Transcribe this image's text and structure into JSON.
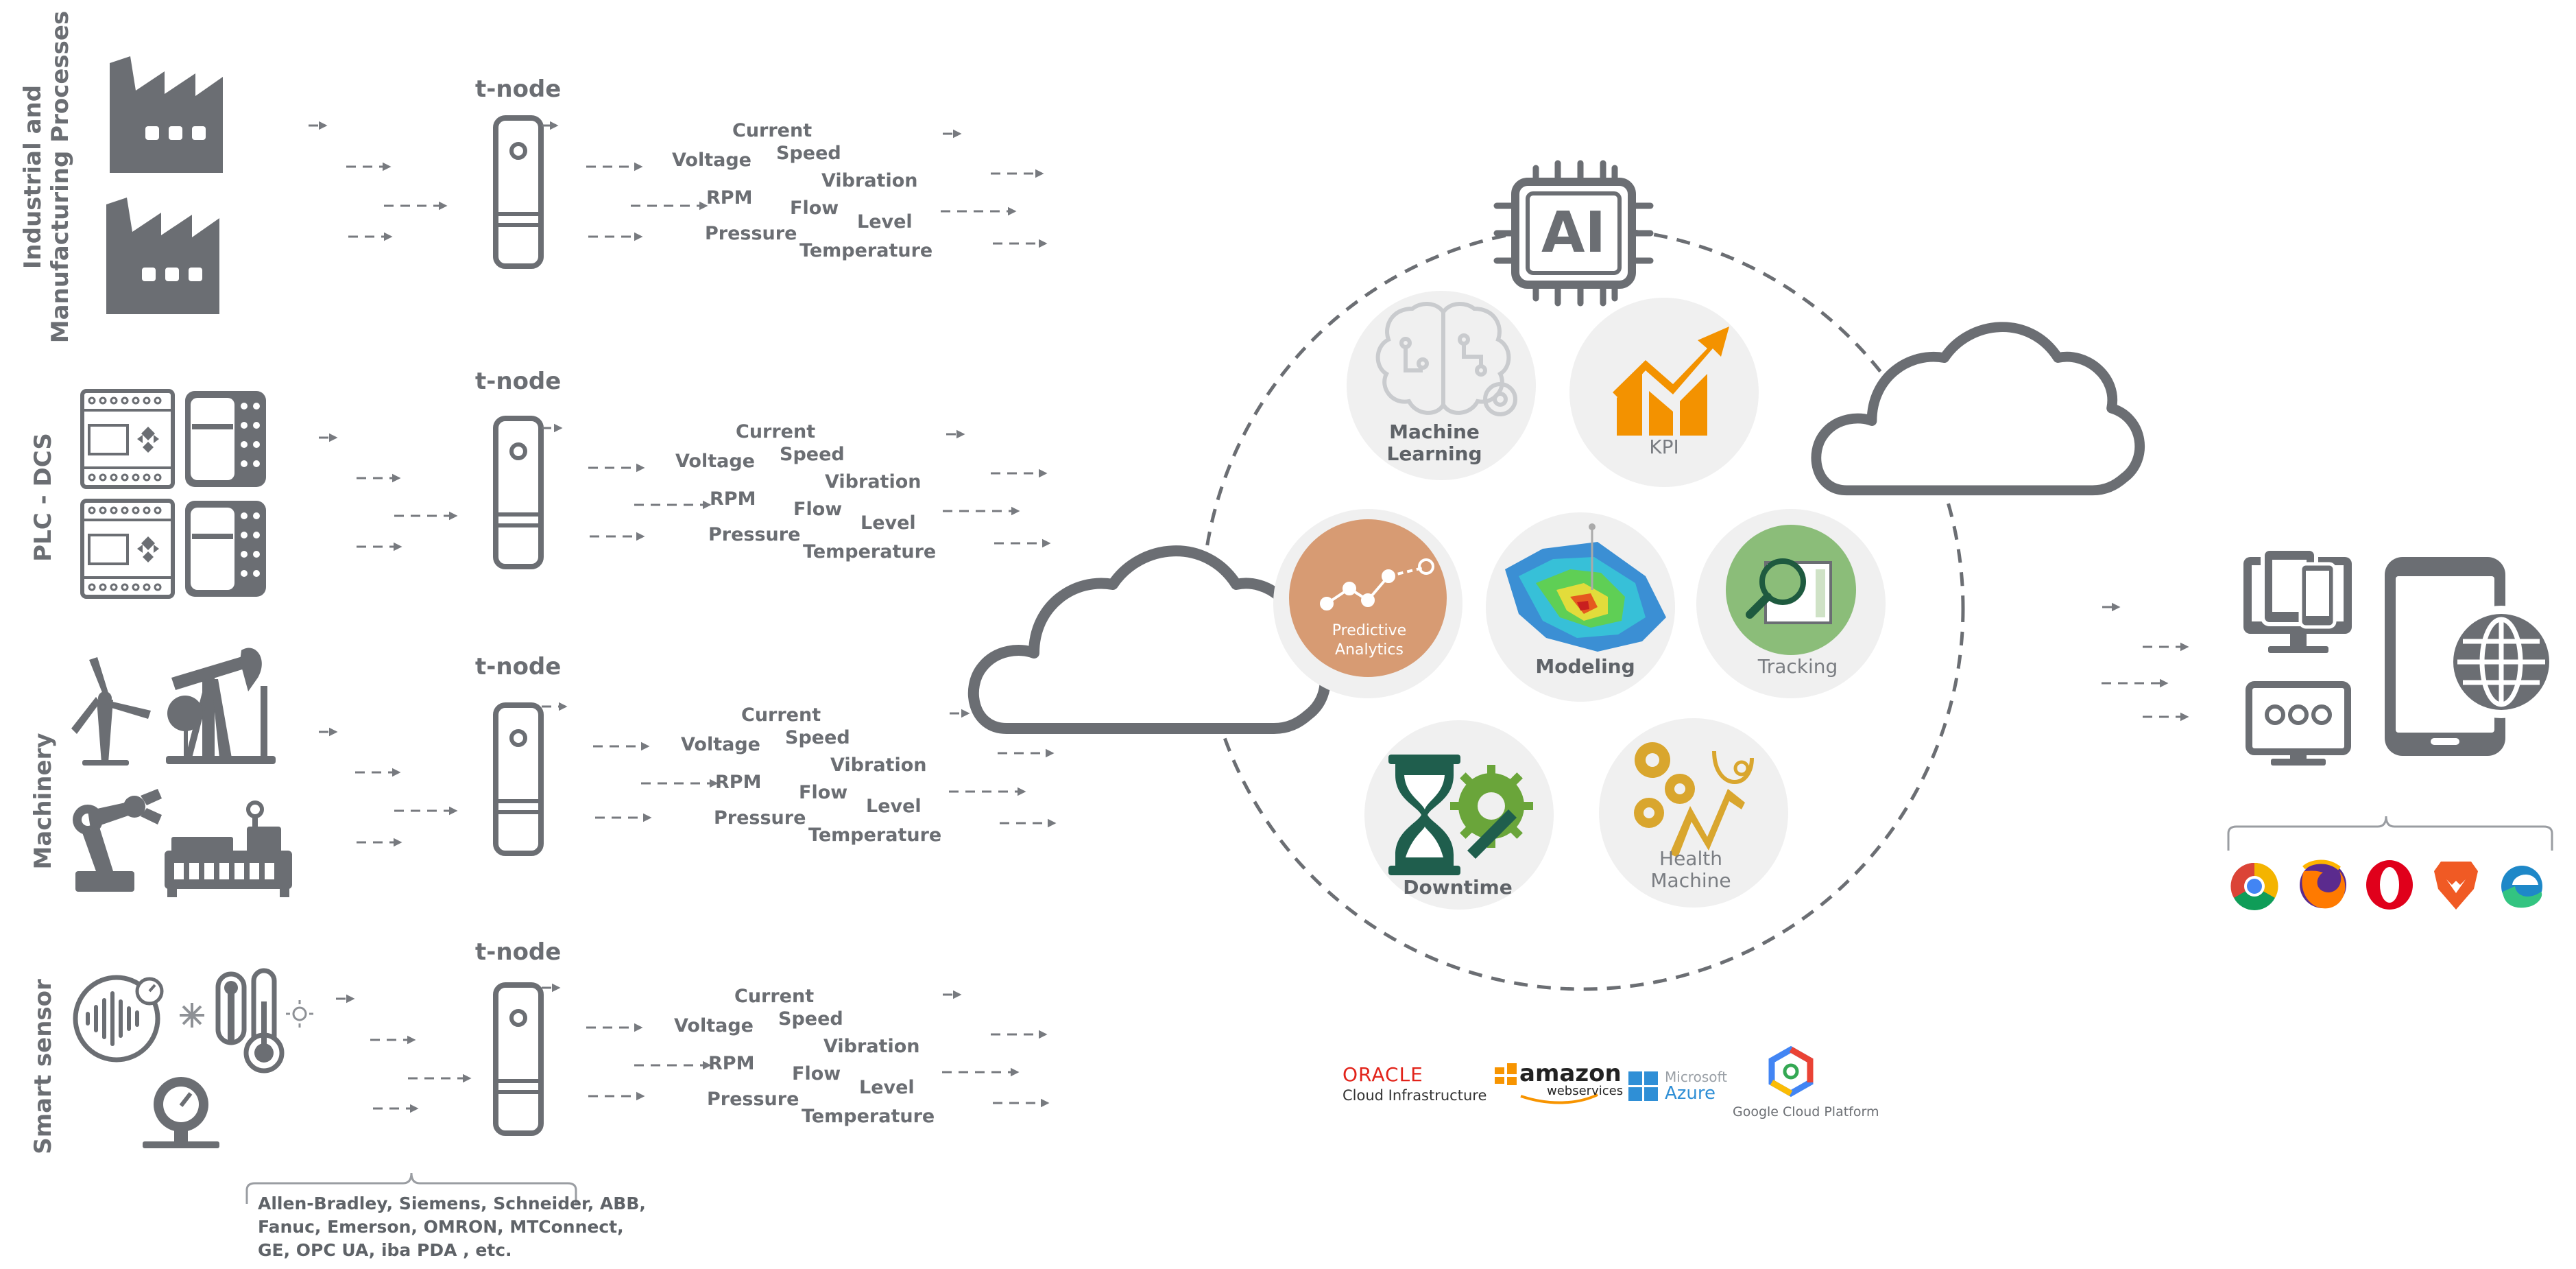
{
  "rows": [
    {
      "label_lines": [
        "Industrial and",
        "Manufacturing Processes"
      ]
    },
    {
      "label_lines": [
        "PLC - DCS"
      ]
    },
    {
      "label_lines": [
        "Machinery"
      ]
    },
    {
      "label_lines": [
        "Smart sensor"
      ]
    }
  ],
  "tnode_title": "t-node",
  "parameters": {
    "current": "Current",
    "voltage": "Voltage",
    "speed": "Speed",
    "vibration": "Vibration",
    "rpm": "RPM",
    "flow": "Flow",
    "level": "Level",
    "pressure": "Pressure",
    "temperature": "Temperature"
  },
  "brands_lines": [
    "Allen-Bradley, Siemens, Schneider, ABB,",
    "Fanuc, Emerson, OMRON, MTConnect,",
    "GE, OPC UA, iba PDA , etc."
  ],
  "ai_chip_label": "AI",
  "capabilities": {
    "machine_learning": [
      "Machine",
      "Learning"
    ],
    "kpi": "KPI",
    "predictive_analytics": [
      "Predictive",
      "Analytics"
    ],
    "modeling": "Modeling",
    "tracking": "Tracking",
    "downtime": "Downtime",
    "health_machine": [
      "Health",
      "Machine"
    ]
  },
  "cloud_providers": {
    "oracle": [
      "ORACLE",
      "Cloud Infrastructure"
    ],
    "amazon": [
      "amazon",
      "webservices"
    ],
    "azure": [
      "Microsoft",
      "Azure"
    ],
    "google": "Google Cloud Platform"
  },
  "colors": {
    "icon_gray": "#6b6e73",
    "dashed_gray": "#777a7f",
    "kpi_orange": "#f39200",
    "predictive_bg": "#d79b73",
    "tracking_green": "#8bbd79",
    "downtime_teal": "#1f5e4d",
    "downtime_green": "#6aa53a",
    "health_gold": "#d9a62e",
    "circle_bg": "#f0f0f0",
    "oracle_red": "#e2231a",
    "amazon_orange": "#f79400",
    "azure_blue": "#2f8fd6"
  },
  "icons": {
    "sources": [
      "factory-icon",
      "plc-icon",
      "wind-turbine-icon",
      "oil-pump-icon",
      "robot-arm-icon",
      "machine-icon",
      "sound-sensor-icon",
      "thermometer-icon",
      "gauge-icon"
    ],
    "browsers": [
      "chrome-icon",
      "firefox-icon",
      "opera-icon",
      "brave-icon",
      "edge-icon"
    ],
    "devices": [
      "devices-icon",
      "smartphone-icon",
      "globe-icon",
      "monitor-icon"
    ]
  }
}
